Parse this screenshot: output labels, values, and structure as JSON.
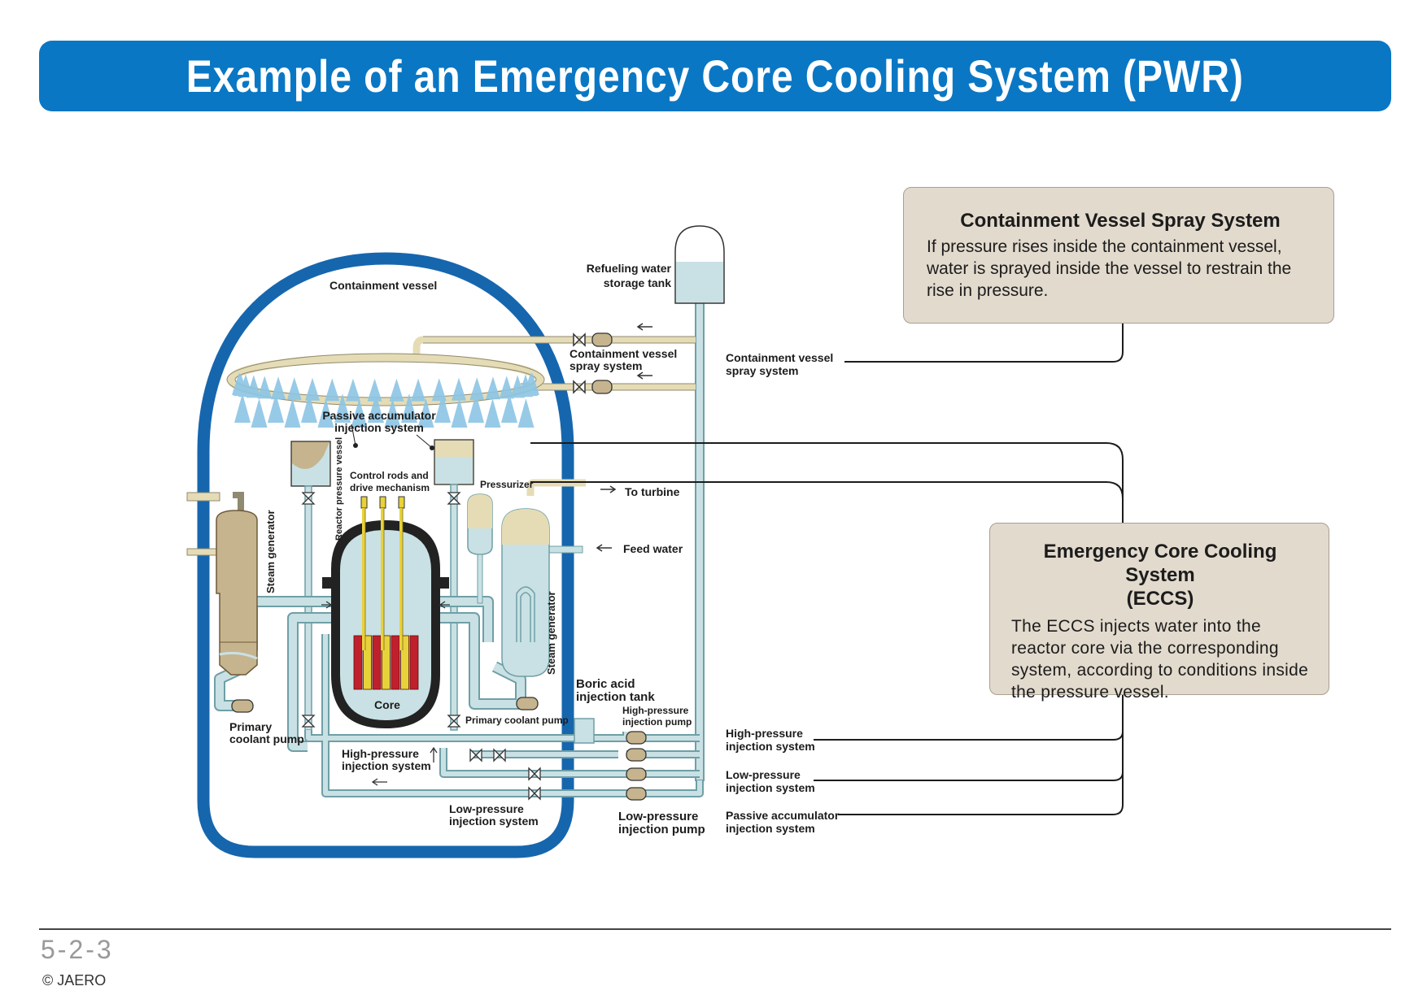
{
  "title": "Example of an Emergency Core Cooling System (PWR)",
  "colors": {
    "title_bar": "#0a77c4",
    "containment": "#1666ae",
    "pipe_fill": "#c9e1e4",
    "pipe_stroke": "#6f9fa6",
    "steam_gen_body": "#c6b48e",
    "spray_line": "#e5dcb6",
    "core_rod_red": "#c0202c",
    "core_rod_yellow": "#e8d23a",
    "info_box": "#e2dacd"
  },
  "diagram_labels": {
    "containment_vessel": "Containment vessel",
    "refueling_tank_1": "Refueling water",
    "refueling_tank_2": "storage tank",
    "spray_system_1": "Containment vessel",
    "spray_system_2": "spray system",
    "passive_acc_1": "Passive accumulator",
    "passive_acc_2": "injection system",
    "control_rods_1": "Control rods and",
    "control_rods_2": "drive mechanism",
    "reactor_pressure_vessel": "Reactor pressure vessel",
    "pressurizer": "Pressurizer",
    "to_turbine": "To turbine",
    "feed_water": "Feed water",
    "steam_generator_left": "Steam generator",
    "steam_generator_right": "Steam generator",
    "core": "Core",
    "primary_pump_left_1": "Primary",
    "primary_pump_left_2": "coolant pump",
    "primary_pump_right": "Primary coolant pump",
    "boric_tank_1": "Boric acid",
    "boric_tank_2": "injection tank",
    "hp_pump_1": "High-pressure",
    "hp_pump_2": "injection pump",
    "hp_system_inner_1": "High-pressure",
    "hp_system_inner_2": "injection system",
    "lp_system_inner_1": "Low-pressure",
    "lp_system_inner_2": "injection system",
    "lp_pump_1": "Low-pressure",
    "lp_pump_2": "injection pump"
  },
  "side_labels": {
    "spray_1": "Containment vessel",
    "spray_2": "spray system",
    "hp_1": "High-pressure",
    "hp_2": "injection system",
    "lp_1": "Low-pressure",
    "lp_2": "injection system",
    "passive_1": "Passive accumulator",
    "passive_2": "injection system"
  },
  "spray_box": {
    "heading": "Containment Vessel Spray System",
    "text": "If pressure rises inside the containment vessel, water is sprayed inside the vessel to restrain the rise in pressure."
  },
  "eccs_box": {
    "heading_1": "Emergency Core Cooling System",
    "heading_2": "(ECCS)",
    "text": "The ECCS injects water into the reactor core via the corresponding system, according to conditions inside the pressure vessel."
  },
  "footer": {
    "page_number": "5-2-3",
    "copyright": "© JAERO"
  }
}
